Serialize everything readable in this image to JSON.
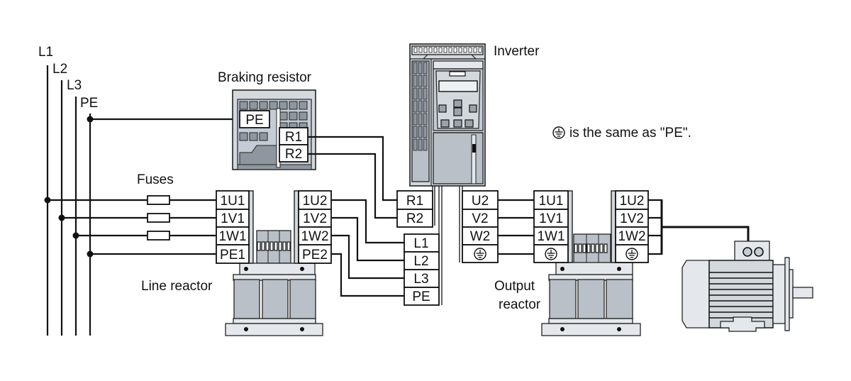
{
  "bus_labels": [
    "L1",
    "L2",
    "L3",
    "PE"
  ],
  "labels": {
    "braking_resistor": "Braking resistor",
    "inverter": "Inverter",
    "fuses": "Fuses",
    "line_reactor": "Line reactor",
    "output_reactor_line1": "Output",
    "output_reactor_line2": "reactor",
    "note": "is the same as \"PE\"."
  },
  "braking_resistor_terminals": [
    "PE",
    "R1",
    "R2"
  ],
  "line_reactor_in_terminals": [
    "1U1",
    "1V1",
    "1W1",
    "PE1"
  ],
  "line_reactor_out_terminals": [
    "1U2",
    "1V2",
    "1W2",
    "PE2"
  ],
  "inverter_brake_terminals": [
    "R1",
    "R2"
  ],
  "inverter_line_terminals": [
    "L1",
    "L2",
    "L3",
    "PE"
  ],
  "inverter_output_terminals": [
    "U2",
    "V2",
    "W2",
    "ground-symbol"
  ],
  "output_reactor_in_terminals": [
    "1U1",
    "1V1",
    "1W1",
    "ground-symbol"
  ],
  "output_reactor_out_terminals": [
    "1U2",
    "1V2",
    "1W2",
    "ground-symbol"
  ],
  "colors": {
    "line": "#111111",
    "device": "#d3d8dd",
    "device_dark": "#b9c0c7",
    "device_light": "#e4e8ec"
  }
}
